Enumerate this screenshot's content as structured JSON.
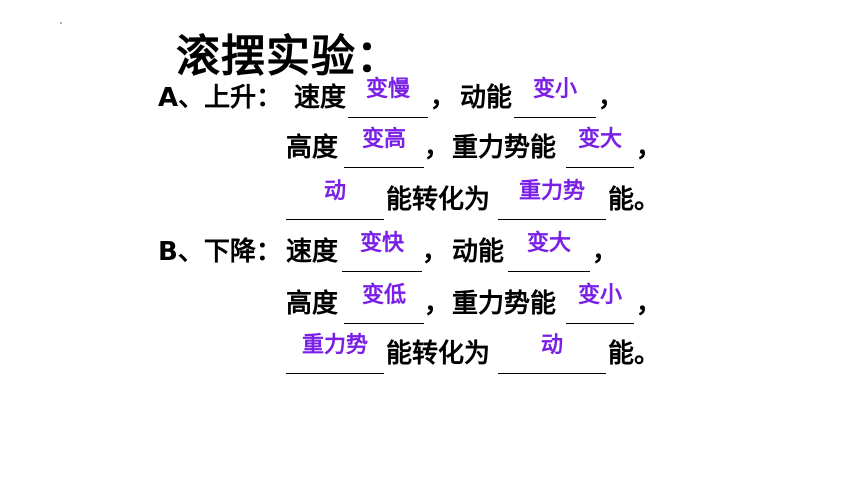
{
  "title": "滚摆实验：",
  "colors": {
    "answer": "#7A1FE6",
    "text": "#000000"
  },
  "sectionA": {
    "prefix": "A、上升：",
    "line1": {
      "speed_label": "速度",
      "speed_answer": "变慢",
      "sep1": "，",
      "ke_label": "动能",
      "ke_answer": "变小",
      "end": "，"
    },
    "line2": {
      "height_label": "高度",
      "height_answer": "变高",
      "sep1": "，",
      "pe_label": "重力势能",
      "pe_answer": "变大",
      "end": "，"
    },
    "line3": {
      "from_answer": "动",
      "mid": "能转化为",
      "to_answer": "重力势",
      "end": "能。"
    }
  },
  "sectionB": {
    "prefix": "B、下降：",
    "line1": {
      "speed_label": "速度",
      "speed_answer": "变快",
      "sep1": "，",
      "ke_label": "动能",
      "ke_answer": "变大",
      "end": "，"
    },
    "line2": {
      "height_label": "高度",
      "height_answer": "变低",
      "sep1": "，",
      "pe_label": "重力势能",
      "pe_answer": "变小",
      "end": "，"
    },
    "line3": {
      "from_answer": "重力势",
      "mid": "能转化为",
      "to_answer": "动",
      "end": "能。"
    }
  }
}
